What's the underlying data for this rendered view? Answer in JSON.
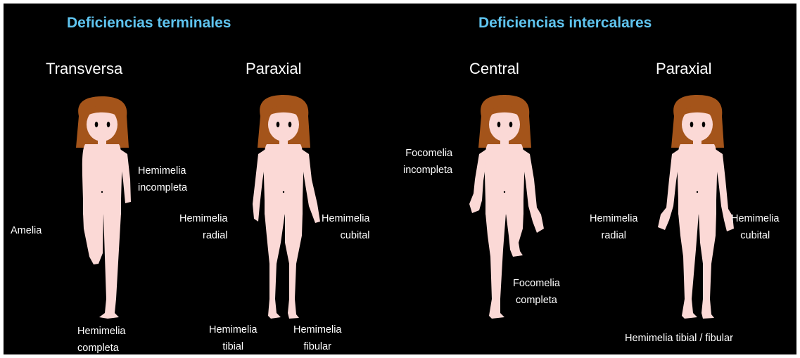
{
  "colors": {
    "background": "#000000",
    "heading": "#5fc4ef",
    "text": "#ffffff",
    "skin": "#fbd9d6",
    "hair": "#a4541a",
    "features": "#000000"
  },
  "sections": {
    "terminal": {
      "heading": "Deficiencias terminales",
      "types": {
        "transverse": "Transversa",
        "paraxial": "Paraxial"
      }
    },
    "intercalary": {
      "heading": "Deficiencias intercalares",
      "types": {
        "central": "Central",
        "paraxial": "Paraxial"
      }
    }
  },
  "labels": {
    "amelia": "Amelia",
    "hemimelia_incompleta": "Hemimelia\nincompleta",
    "hemimelia_completa": "Hemimelia\ncompleta",
    "hemimelia_radial_terminal": "Hemimelia\nradial",
    "hemimelia_cubital_terminal": "Hemimelia\ncubital",
    "hemimelia_tibial": "Hemimelia\ntibial",
    "hemimelia_fibular": "Hemimelia\nfibular",
    "focomelia_incompleta": "Focomelia\nincompleta",
    "focomelia_completa": "Focomelia\ncompleta",
    "hemimelia_radial_intercalar": "Hemimelia\nradial",
    "hemimelia_cubital_intercalar": "Hemimelia\ncubital",
    "hemimelia_tibial_fibular": "Hemimelia tibial / fibular"
  },
  "figures": [
    {
      "name": "figure-transverse-child",
      "icon": "child-figure-icon"
    },
    {
      "name": "figure-terminal-paraxial-child",
      "icon": "child-figure-icon"
    },
    {
      "name": "figure-central-child",
      "icon": "child-figure-icon"
    },
    {
      "name": "figure-intercalary-paraxial-child",
      "icon": "child-figure-icon"
    }
  ]
}
